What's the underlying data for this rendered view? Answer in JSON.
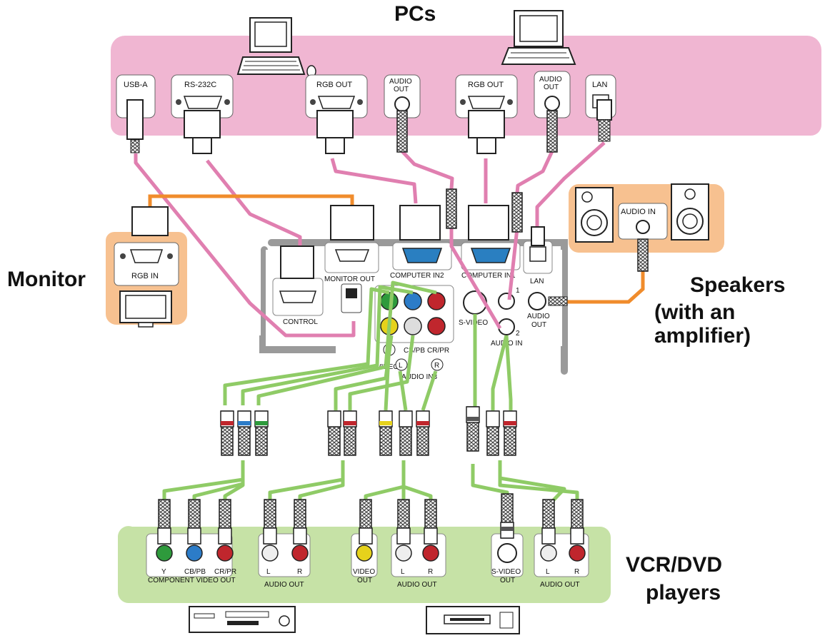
{
  "titles": {
    "pcs": "PCs",
    "monitor": "Monitor",
    "speakers_line1": "Speakers",
    "speakers_line2": "(with an amplifier)",
    "vcr_line1": "VCR/DVD",
    "vcr_line2": "players"
  },
  "pc_ports": {
    "usb_a": "USB-A",
    "rs232c": "RS-232C",
    "rgb_out_1": "RGB OUT",
    "audio_out_1a": "AUDIO",
    "audio_out_1b": "OUT",
    "rgb_out_2": "RGB OUT",
    "audio_out_2a": "AUDIO",
    "audio_out_2b": "OUT",
    "lan": "LAN"
  },
  "monitor_ports": {
    "rgb_in": "RGB IN"
  },
  "speaker_ports": {
    "audio_in": "AUDIO IN"
  },
  "projector_ports": {
    "control": "CONTROL",
    "monitor_out": "MONITOR OUT",
    "computer_in2": "COMPUTER IN2",
    "computer_in1": "COMPUTER IN1",
    "lan": "LAN",
    "s_video": "S-VIDEO",
    "audio_in": "AUDIO IN",
    "audio_in_1": "1",
    "audio_in_2": "2",
    "audio_out_a": "AUDIO",
    "audio_out_b": "OUT",
    "y": "Y",
    "cb_pb": "CB/PB",
    "cr_pr": "CR/PR",
    "video": "VIDEO",
    "l": "L",
    "r": "R",
    "audio_in3": "AUDIO IN3"
  },
  "player_ports": {
    "y": "Y",
    "cb_pb": "CB/PB",
    "cr_pr": "CR/PR",
    "component": "COMPONENT VIDEO OUT",
    "l1": "L",
    "r1": "R",
    "audio_out_1": "AUDIO OUT",
    "video_a": "VIDEO",
    "video_b": "OUT",
    "l2": "L",
    "r2": "R",
    "audio_out_2": "AUDIO OUT",
    "svideo_a": "S-VIDEO",
    "svideo_b": "OUT",
    "l3": "L",
    "r3": "R",
    "audio_out_3": "AUDIO OUT"
  },
  "colors": {
    "pc_panel": "#f0b6d2",
    "monitor_panel": "#f7c190",
    "speaker_panel": "#f7c190",
    "player_panel": "#c6e2a6",
    "cable_pink": "#e07fb0",
    "cable_orange": "#f08c2c",
    "cable_green": "#8fcb66",
    "vga_blue": "#2a7fc1",
    "rca_green": "#2e9a3c",
    "rca_blue": "#2c7cc8",
    "rca_red": "#c0262d",
    "rca_yellow": "#e6d21b"
  }
}
